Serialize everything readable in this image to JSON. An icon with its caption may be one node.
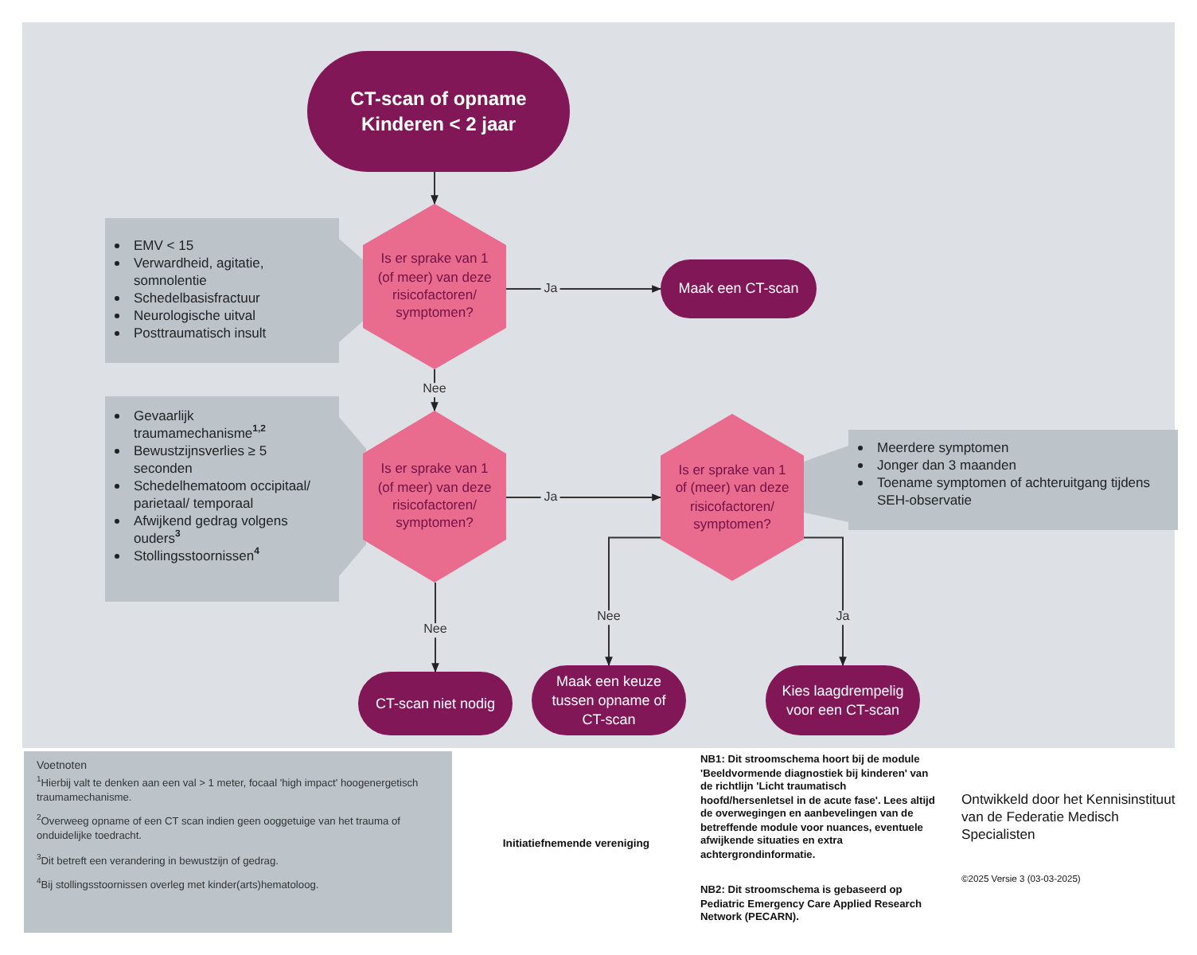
{
  "diagram": {
    "nodes": [
      {
        "text": [
          "CT-scan of opname Kinderen < 2 jaar"
        ]
      },
      {
        "text": [
          "EMV < 15",
          "Verwardheid, agitatie, somnolentie",
          "Schedelbasisfractuur",
          "Neurologische uitval",
          "Posttraumatisch insult"
        ]
      },
      {
        "text": [
          "Is er sprake van 1 (of meer) van deze risicofactoren/ symptomen?"
        ]
      },
      {
        "text": [
          "Maak een CT-scan"
        ]
      },
      {
        "text": [
          "Gevaarlijk traumamechanisme$^{1,2}$",
          "Bewustzijnsverlies ≥ 5 seconden",
          "Schedelhematoom occipitaal/ parietaal/ temporaal",
          "Afwijkend gedrag volgens ouders$^{3}$",
          "Stollingsstoornissen$^{4}$"
        ]
      },
      {
        "text": [
          "Is er sprake van 1 (of meer) van deze risicofactoren/ symptomen?"
        ]
      },
      {
        "text": [
          "Is er sprake van 1 of (meer) van deze risicofactoren/ symptomen?"
        ]
      },
      {
        "text": [
          "Meerdere symptomen",
          "Jonger dan 3 maanden",
          "Toename symptomen of achteruitgang tijdens SEH-observatie"
        ]
      },
      {
        "text": [
          "CT-scan niet nodig"
        ]
      },
      {
        "text": [
          "Maak een keuze tussen opname of CT-scan"
        ]
      },
      {
        "text": [
          "Kies laagdrempelig voor een CT-scan"
        ]
      },
      {
        "text": [
          "Voetnoten",
          "$^{1}$Hierbij valt te denken aan een val > 1 meter, focaal 'high impact' hoogenergetisch traumamechanisme.",
          "$^{2}$Overweeg opname of een CT scan indien geen ooggetuige van het trauma of onduidelijke toedracht.",
          "$^{3}$Dit betreft een verandering in bewustzijn of gedrag.",
          "$^{4}$Bij stollingsstoornissen overleg met kinder(arts)hematoloog."
        ]
      }
    ],
    "edges": [
      {
        "from": 0,
        "to": 2,
        "arrow": "to"
      },
      {
        "from": 2,
        "to": 3,
        "arrow": "to",
        "label": "Ja"
      },
      {
        "from": 2,
        "to": 5,
        "arrow": "to",
        "label": "Nee"
      },
      {
        "from": 5,
        "to": 8,
        "arrow": "to",
        "label": "Nee"
      },
      {
        "from": 5,
        "to": 6,
        "arrow": "to",
        "label": "Ja"
      },
      {
        "from": 6,
        "to": 9,
        "arrow": "to",
        "label": "Nee"
      },
      {
        "from": 6,
        "to": 10,
        "arrow": "to",
        "label": "Ja"
      }
    ],
    "labels": [
      "NB1: Dit stroomschema hoort bij de module 'Beeldvormende diagnostiek bij kinderen' van de richtlijn 'Licht traumatisch hoofd/hersenletsel in de acute fase'. Lees altijd de overwegingen en aanbevelingen van de betreffende module voor nuances, eventuele afwijkende situaties en extra achtergrondinformatie.",
      "NB2: Dit stroomschema is gebaseerd op Pediatric Emergency Care Applied Research Network (PECARN).",
      "Initiatiefnemende vereniging",
      "Ontwikkeld door het Kennisinstituut van de Federatie Medisch Specialisten",
      "©2025 Versie 3 (03-03-2025)"
    ]
  }
}
